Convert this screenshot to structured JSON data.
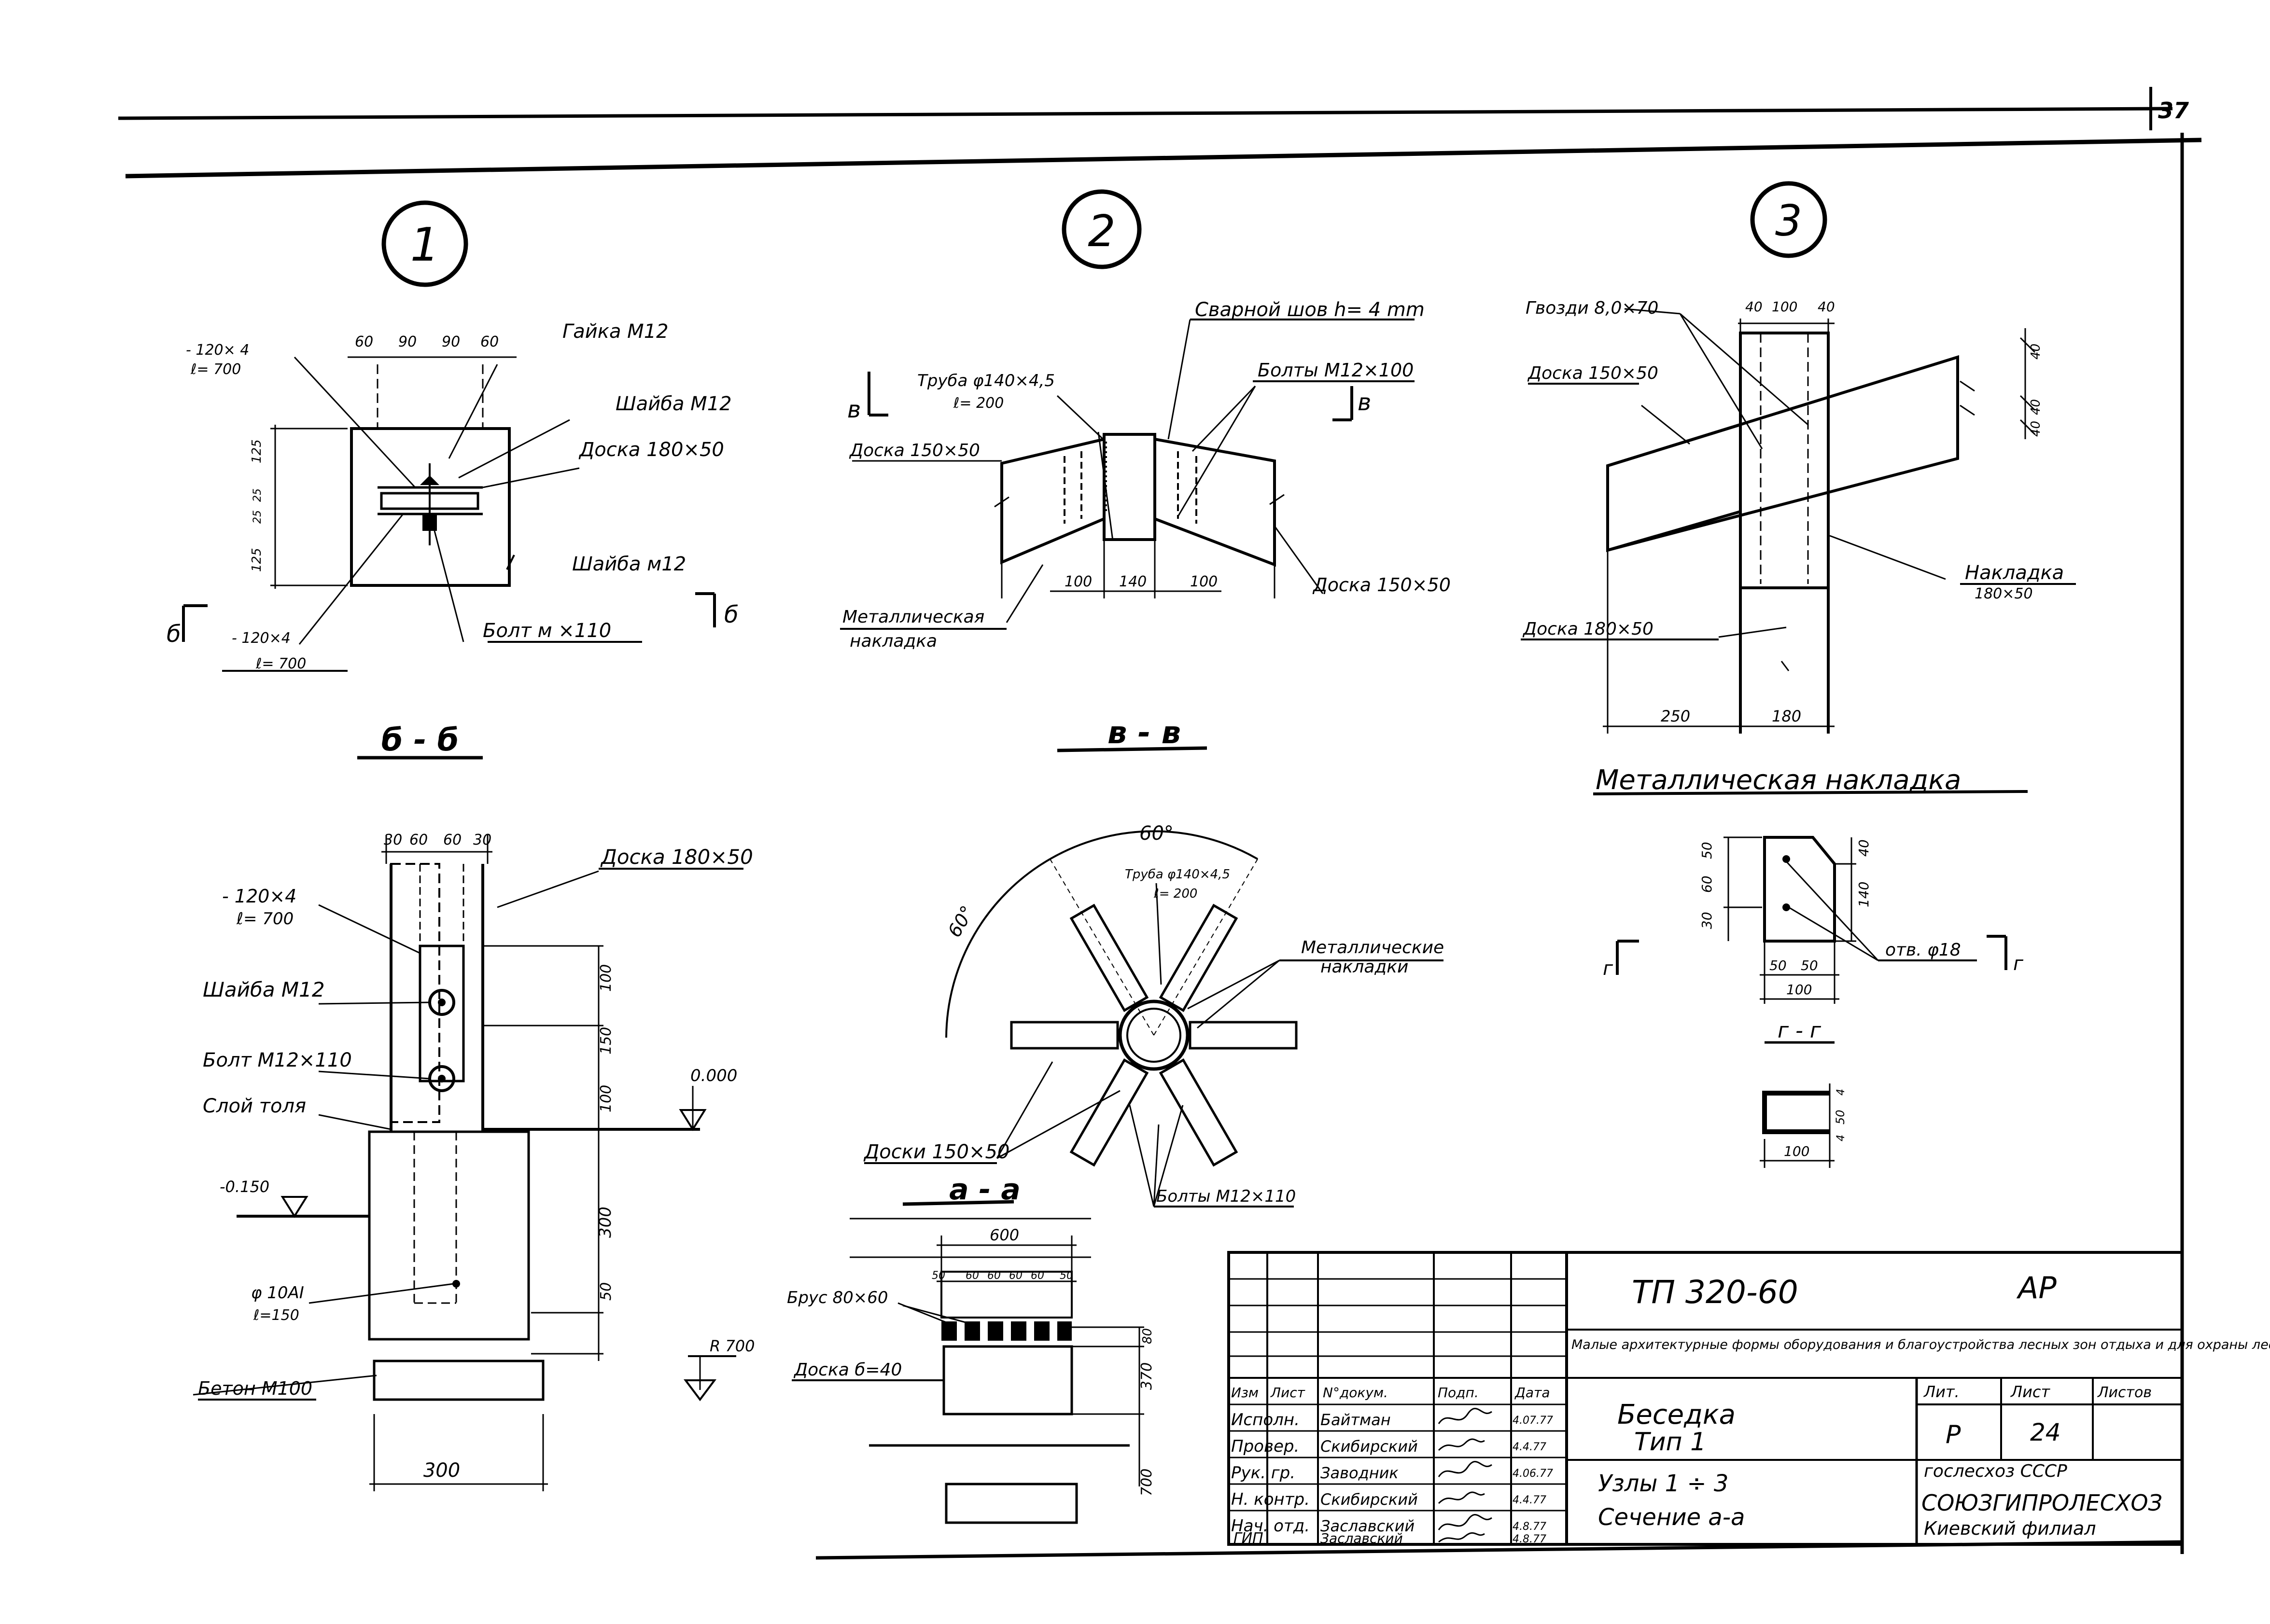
{
  "sheet_number": "37",
  "detail_numbers": [
    "1",
    "2",
    "3"
  ],
  "node1": {
    "dims_top": [
      "60",
      "90",
      "90",
      "60"
    ],
    "dims_left": [
      "125",
      "25",
      "25",
      "125"
    ],
    "plate_top": [
      "- 120× 4",
      "ℓ= 700"
    ],
    "plate_bottom": [
      "- 120×4",
      "ℓ= 700"
    ],
    "nut": "Гайка М12",
    "washer_top": "Шайба М12",
    "board": "Доска 180×50",
    "washer_bottom": "Шайба м12",
    "bolt": "Болт м ×110",
    "section_mark": "б"
  },
  "node2": {
    "weld": "Сварной шов h= 4 mm",
    "pipe": [
      "Труба φ140×4,5",
      "ℓ= 200"
    ],
    "bolts": "Болты М12×100",
    "board_left": "Доска 150×50",
    "board_right": "Доска 150×50",
    "overlay": [
      "Металлическая",
      "накладка"
    ],
    "dims": [
      "100",
      "140",
      "100"
    ],
    "section_mark": "в"
  },
  "node3": {
    "nails": "Гвозди 8,0×70",
    "dims_top": [
      "40",
      "100",
      "40"
    ],
    "dims_right": [
      "40",
      "40",
      "40"
    ],
    "board_top": "Доска 150×50",
    "overlay": [
      "Накладка",
      "180×50"
    ],
    "board_bottom": "Доска 180×50",
    "dims_bottom": [
      "250",
      "180"
    ]
  },
  "section_bb": {
    "title": "б - б",
    "dims_top": [
      "30",
      "60",
      "60",
      "30"
    ],
    "board": "Доска 180×50",
    "plate": [
      "- 120×4",
      "ℓ= 700"
    ],
    "washer": "Шайба М12",
    "bolt": "Болт М12×110",
    "tar": "Слой толя",
    "level_zero": "0.000",
    "level_minus": "-0.150",
    "rebar": [
      "φ 10АI",
      "ℓ=150"
    ],
    "concrete": "Бетон М100",
    "r_label": "R 700",
    "dims_right": [
      "100",
      "150",
      "100",
      "300",
      "50"
    ],
    "width": "300"
  },
  "section_vv": {
    "title": "в - в",
    "angle_top": "60°",
    "angle_left": "60°",
    "pipe": [
      "Труба φ140×4,5",
      "ℓ= 200"
    ],
    "overlays": [
      "Металлические",
      "накладки"
    ],
    "boards": "Доски 150×50",
    "bolts": "Болты М12×110"
  },
  "section_aa": {
    "title": "а - а",
    "dim_top": "600",
    "dims_small": [
      "50",
      "60",
      "60",
      "60",
      "60",
      "50"
    ],
    "beam": "Брус 80×60",
    "board": "Доска б=40",
    "dims_right": [
      "80",
      "370",
      "700"
    ]
  },
  "metal_overlay": {
    "title": "Металлическая накладка",
    "dims_left": [
      "30",
      "60",
      "50"
    ],
    "dims_right": [
      "40",
      "140"
    ],
    "dims_bottom": [
      "50",
      "50"
    ],
    "width": "100",
    "hole": "отв. φ18",
    "section_mark": "г",
    "section_title": "г - г",
    "gg_dims": [
      "4",
      "50",
      "4"
    ],
    "gg_width": "100"
  },
  "title_block": {
    "code": "ТП 320-60",
    "stage_code": "АР",
    "description": "Малые архитектурные формы оборудования и благоустройства лесных зон отдыха и для охраны лесов",
    "headers": [
      "Изм",
      "Лист",
      "N°докум.",
      "Подп.",
      "Дата"
    ],
    "roles": [
      "Исполн.",
      "Провер.",
      "Рук. гр.",
      "Н. контр.",
      "Нач. отд.",
      "ГИП"
    ],
    "names": [
      "Байтман",
      "Скибирский",
      "Заводник",
      "Скибирский",
      "Заславский",
      "Заславский"
    ],
    "dates": [
      "4.07.77",
      "4.4.77",
      "4.06.77",
      "4.4.77",
      "4.8.77",
      "4.8.77"
    ],
    "object_title": "Беседка",
    "object_type": "Тип 1",
    "sheet_title_1": "Узлы 1 ÷ 3",
    "sheet_title_2": "Сечение а-а",
    "col_stage": "Лит.",
    "col_sheet": "Лист",
    "col_sheets": "Листов",
    "stage": "Р",
    "sheet": "24",
    "org1": "гослесхоз СССР",
    "org2": "СОЮЗГИПРОЛЕСХОЗ",
    "org3": "Киевский филиал"
  }
}
